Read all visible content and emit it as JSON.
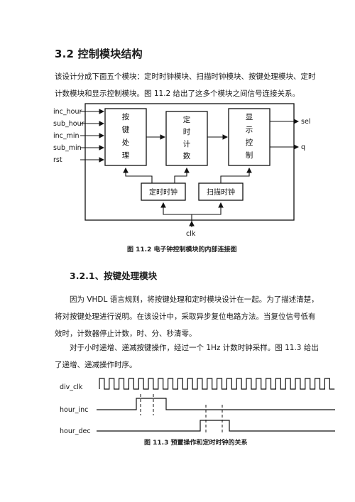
{
  "section": {
    "number": "3.2",
    "title": "控制模块结构",
    "intro_lines": [
      "该设计分成下面五个模块：定时时钟模块、扫描时钟模块、按键处理模块、定时",
      "计数模块和显示控制模块。图 11.2 给出了这多个模块之间信号连接关系。"
    ]
  },
  "figure1": {
    "caption": "图 11.2  电子钟控制模块的内部连接图",
    "inputs": [
      "inc_hour",
      "sub_hour",
      "inc_min",
      "sub_min",
      "rst"
    ],
    "outputs": [
      "sel",
      "q"
    ],
    "blocks": {
      "key": [
        "按",
        "键",
        "处",
        "理"
      ],
      "count": [
        "定",
        "时",
        "计",
        "数"
      ],
      "display": [
        "显",
        "示",
        "控",
        "制"
      ],
      "timer_clock": "定时时钟",
      "scan_clock": "扫描时钟"
    },
    "clk_label": "clk"
  },
  "subsection": {
    "number": "3.2.1",
    "title": "、按键处理模块",
    "paragraph1": [
      "因为 VHDL 语言规则，将按键处理和定时模块设计在一起。为了描述清楚，",
      "将对按键处理进行说明。在该设计中，采取异步复位电路方法。当复位信号低有",
      "效时，计数器停止计数，时、分、秒清零。"
    ],
    "paragraph2": [
      "对于小时递增、递减按键操作，经过一个 1Hz 计数时钟采样。图 11.3 给出",
      "了递增、递减操作时序。"
    ]
  },
  "figure2": {
    "caption": "图 11.3  预置操作和定时时钟的关系",
    "signals": [
      "div_clk",
      "hour_inc",
      "hour_dec"
    ]
  }
}
